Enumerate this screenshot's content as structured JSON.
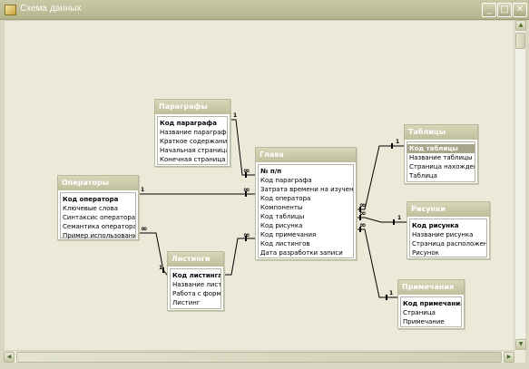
{
  "window": {
    "title": "Схема данных"
  },
  "tables": {
    "paragraphs": {
      "title": "Параграфы",
      "fields": [
        "Код параграфа",
        "Название параграфа",
        "Краткое содержание",
        "Начальная страница",
        "Конечная страница"
      ]
    },
    "operators": {
      "title": "Операторы",
      "fields": [
        "Код оператора",
        "Ключевые слова",
        "Синтаксис оператора",
        "Семантика оператора",
        "Пример использования"
      ]
    },
    "chapter": {
      "title": "Глава",
      "fields": [
        "№ п/п",
        "Код параграфа",
        "Затрата времени на изучение",
        "Код оператора",
        "Компоненты",
        "Код таблицы",
        "Код рисунка",
        "Код примечания",
        "Код листингов",
        "Дата разработки записи"
      ]
    },
    "listings": {
      "title": "Листинги",
      "fields": [
        "Код листинга",
        "Название листи",
        "Работа с формой",
        "Листинг"
      ]
    },
    "tables": {
      "title": "Таблицы",
      "fields": [
        "Код таблицы",
        "Название таблицы",
        "Страница нахождения",
        "Таблица"
      ]
    },
    "figures": {
      "title": "Рисунки",
      "fields": [
        "Код рисунка",
        "Название рисунка",
        "Страница расположения",
        "Рисунок"
      ]
    },
    "notes": {
      "title": "Примечания",
      "fields": [
        "Код примечания",
        "Страница",
        "Примечание"
      ]
    }
  },
  "relations": {
    "one": "1",
    "many": "∞"
  },
  "colors": {
    "title_bar": "#b3b38c",
    "table_header": "#c8c7a6",
    "background": "#ece9d8",
    "selected": "#a7a68b"
  },
  "icons": {
    "minimize": "minimize-icon",
    "maximize": "maximize-icon",
    "close": "close-icon"
  }
}
